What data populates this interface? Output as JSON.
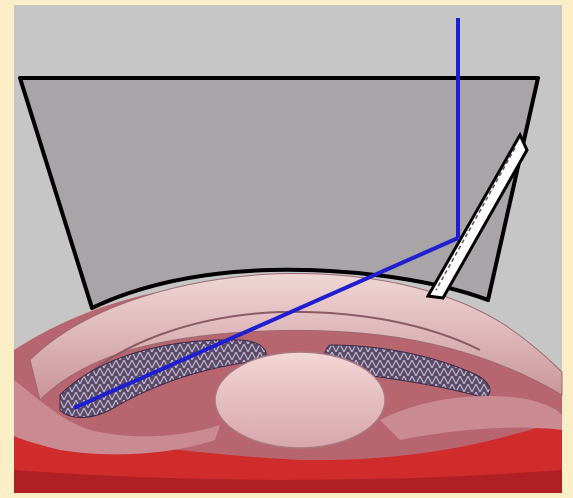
{
  "diagram": {
    "description_free": true,
    "colors": {
      "page_border": "#fcefc8",
      "background": "#c6c6c6",
      "lens_fill": "#a8a4a8",
      "lens_outline": "#000000",
      "ray": "#1f1fd0",
      "mirror": "#ffffff",
      "tissue_light": "#e8c8c8",
      "tissue_mid": "#c89a9e",
      "tissue_dark": "#a7424f",
      "blood_red": "#d32a2a",
      "iris_dark": "#4a3a5a",
      "lens_crystal": "#eac2c4"
    },
    "elements": [
      {
        "name": "gonio-lens",
        "kind": "trapezoid"
      },
      {
        "name": "mirror-strip",
        "kind": "reflective"
      },
      {
        "name": "ray-path",
        "kind": "line",
        "segments": 2
      },
      {
        "name": "cornea",
        "kind": "anatomy"
      },
      {
        "name": "iris",
        "kind": "anatomy"
      },
      {
        "name": "crystalline-lens",
        "kind": "anatomy"
      },
      {
        "name": "sclera",
        "kind": "anatomy"
      }
    ]
  }
}
